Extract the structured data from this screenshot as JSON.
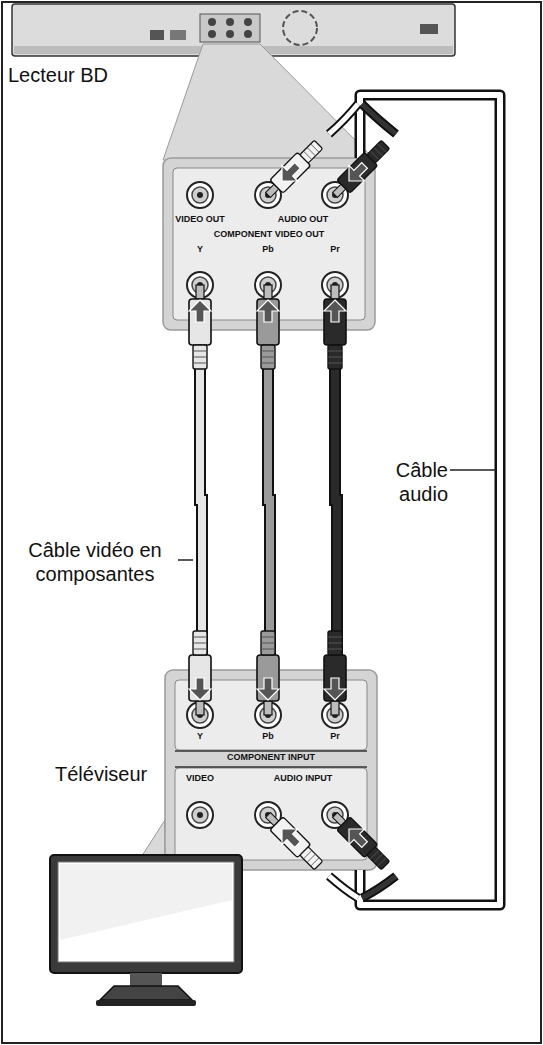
{
  "diagram": {
    "nodes": [
      {
        "text": [
          "Lecteur BD"
        ]
      },
      {
        "text": [
          "VIDEO OUT",
          "AUDIO OUT",
          "COMPONENT VIDEO OUT",
          "Y",
          "Pb",
          "Pr"
        ]
      },
      {
        "text": [
          "Y",
          "Pb",
          "Pr",
          "COMPONENT INPUT",
          "VIDEO",
          "AUDIO INPUT"
        ]
      },
      {
        "text": [
          "Téléviseur"
        ]
      }
    ],
    "edges": [
      {
        "from": 1,
        "to": 2,
        "arrow": "none"
      },
      {
        "from": 1,
        "to": 2,
        "arrow": "none"
      }
    ],
    "labels": [
      "Câble vidéo en composantes",
      "Câble audio"
    ]
  }
}
